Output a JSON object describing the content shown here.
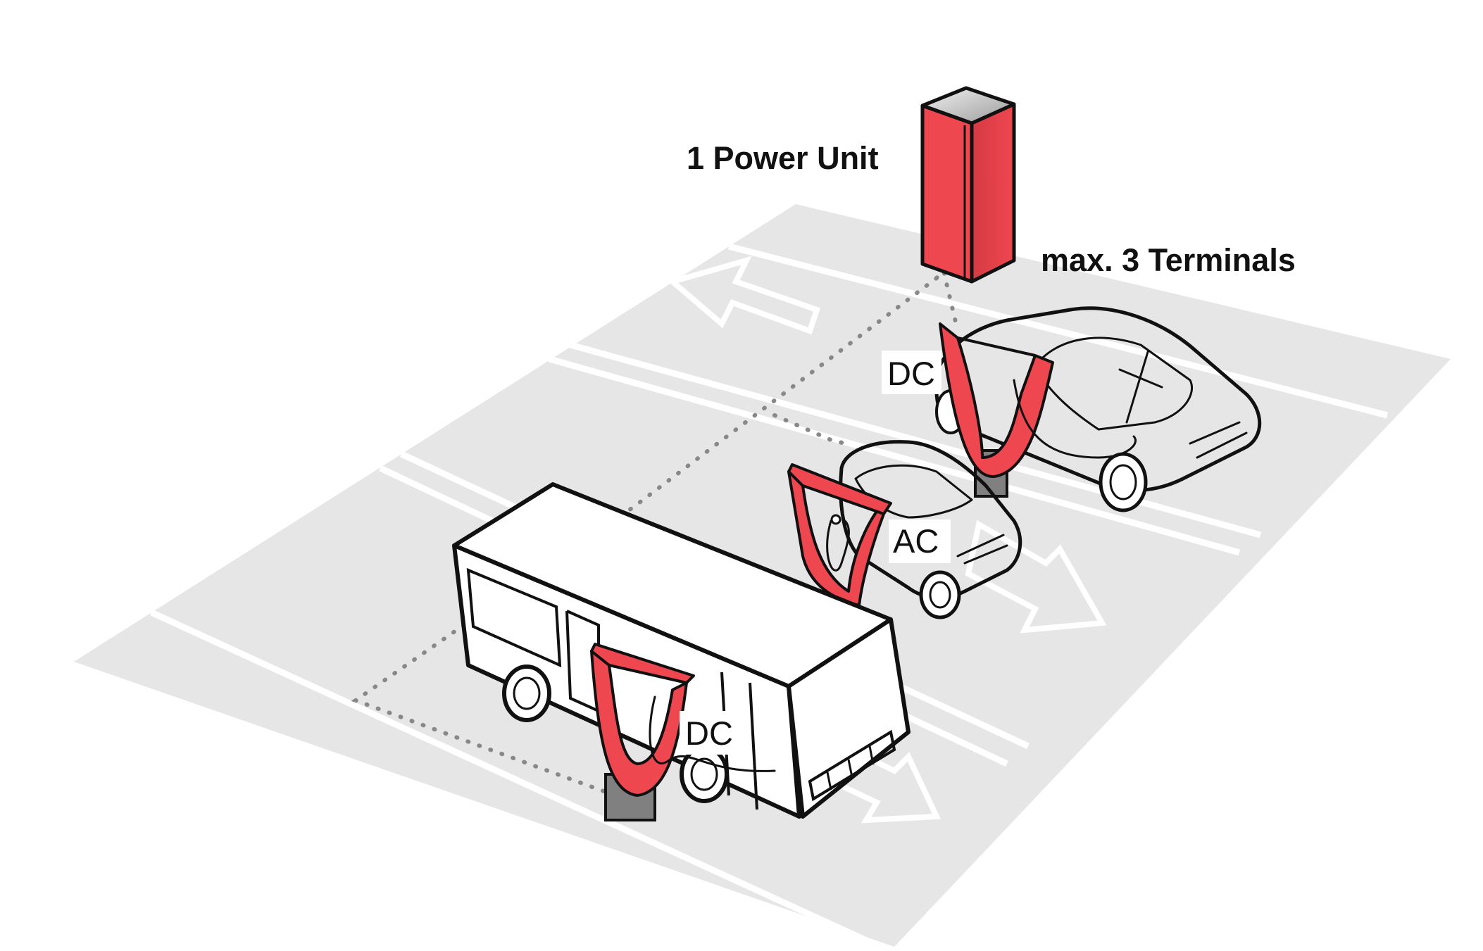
{
  "labels": {
    "power_unit": "1 Power Unit",
    "terminals": "max. 3 Terminals",
    "terminal_bus": "DC",
    "terminal_small_car": "AC",
    "terminal_sports_car": "DC"
  },
  "colors": {
    "accent_red": "#ee4750",
    "lot_grey": "#e6e6e6",
    "line_white": "#ffffff",
    "outline": "#111111",
    "cable_dots": "#888888",
    "terminal_base": "#808080"
  },
  "icons": {
    "power_unit": "power-unit-cabinet",
    "terminal": "charging-terminal-arch",
    "arrow": "lane-direction-arrow"
  }
}
